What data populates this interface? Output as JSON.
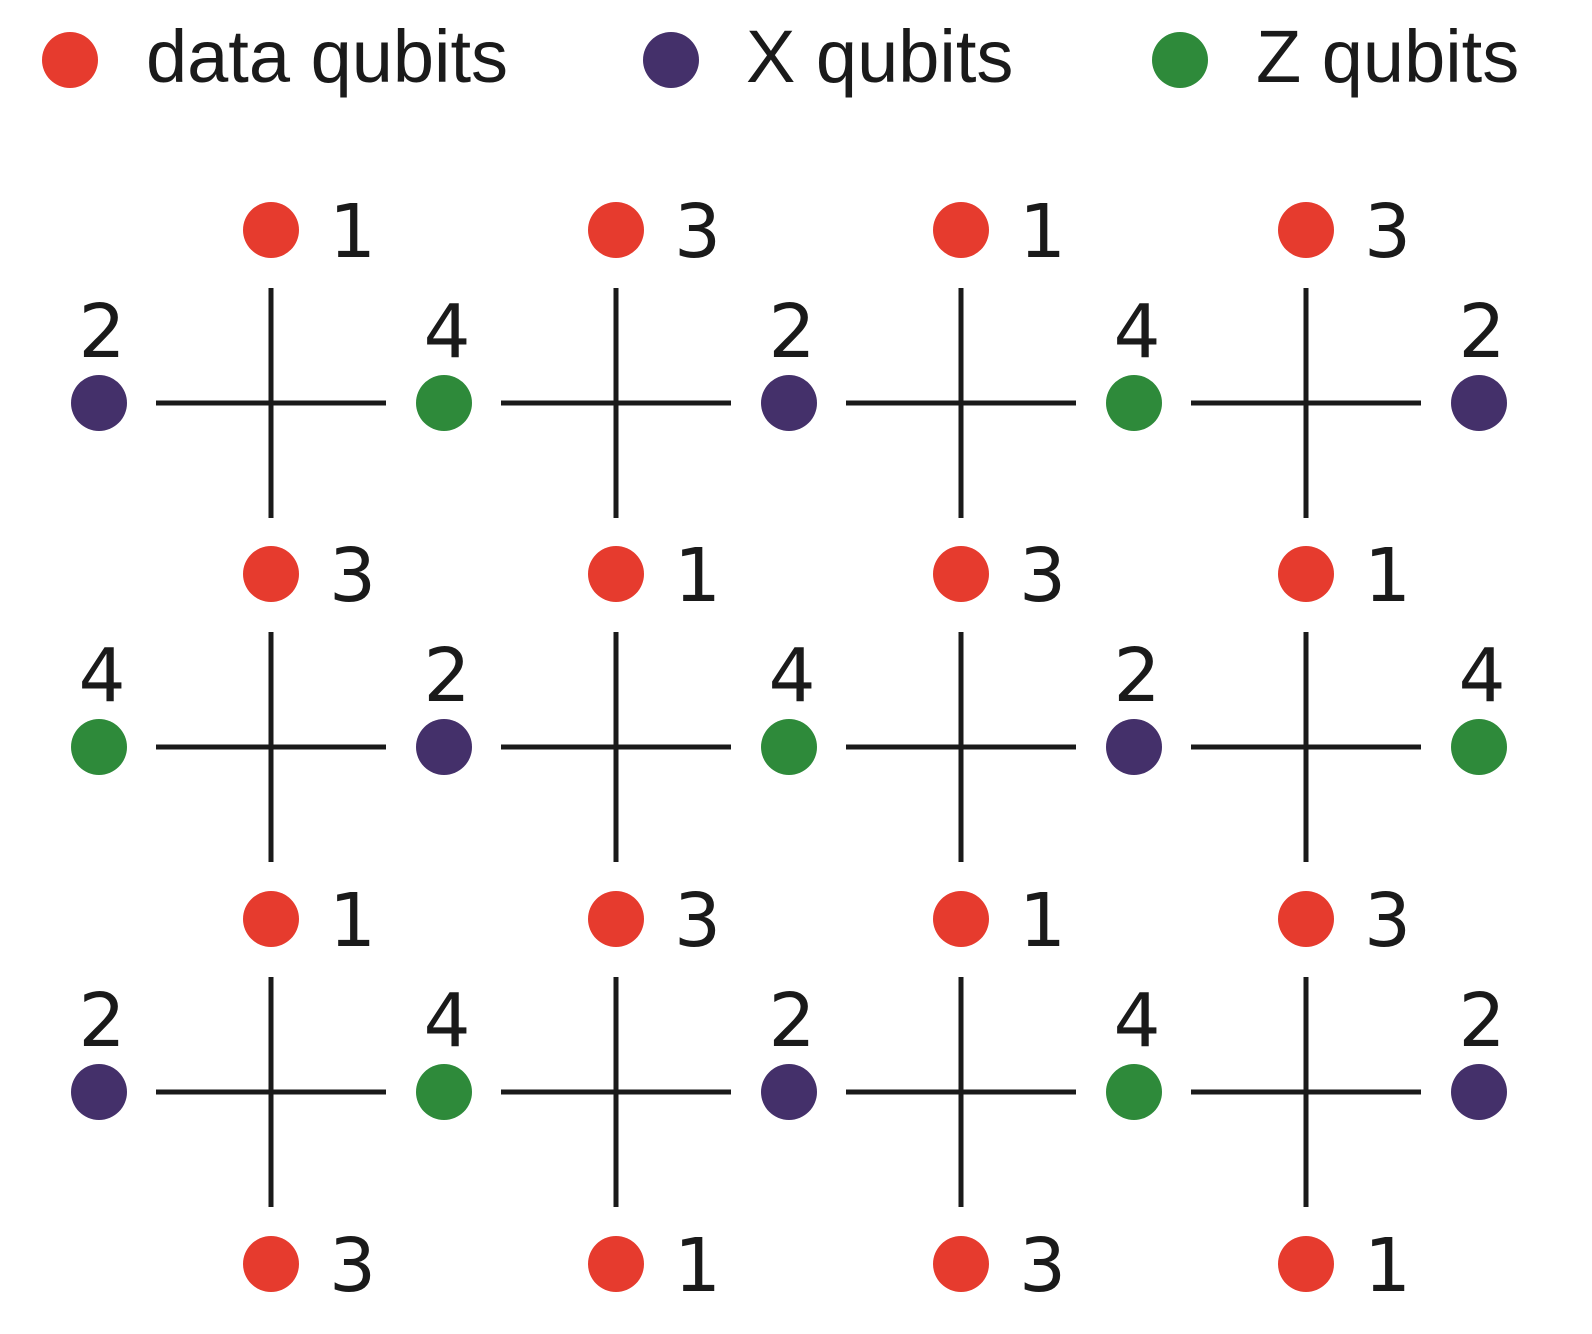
{
  "legend": {
    "items": [
      {
        "key": "data",
        "label": "data qubits",
        "color": "#e63b2e"
      },
      {
        "key": "x",
        "label": "X qubits",
        "color": "#44306a"
      },
      {
        "key": "z",
        "label": "Z qubits",
        "color": "#2e8a3a"
      }
    ]
  },
  "lattice": {
    "rows": 3,
    "cols": 4,
    "data_qubit_order": [
      [
        "1",
        "3",
        "1",
        "3"
      ],
      [
        "3",
        "1",
        "3",
        "1"
      ],
      [
        "1",
        "3",
        "1",
        "3"
      ],
      [
        "3",
        "1",
        "3",
        "1"
      ]
    ],
    "ancilla_order": [
      [
        "2",
        "4",
        "2",
        "4",
        "2"
      ],
      [
        "4",
        "2",
        "4",
        "2",
        "4"
      ],
      [
        "2",
        "4",
        "2",
        "4",
        "2"
      ]
    ],
    "ancilla_type": [
      [
        "x",
        "z",
        "x",
        "z",
        "x"
      ],
      [
        "z",
        "x",
        "z",
        "x",
        "z"
      ],
      [
        "x",
        "z",
        "x",
        "z",
        "x"
      ]
    ]
  }
}
